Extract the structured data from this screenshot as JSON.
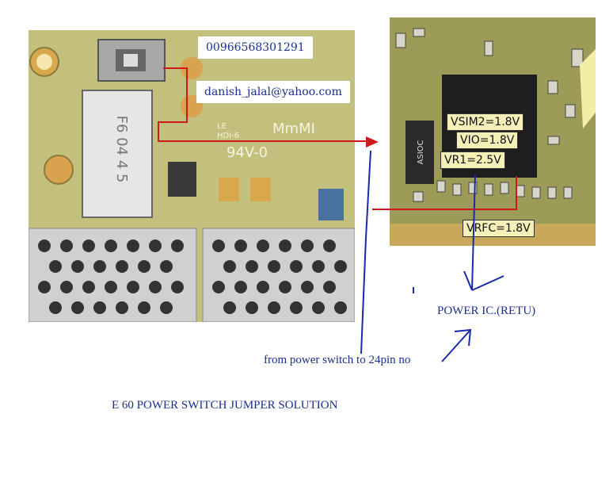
{
  "contact": {
    "phone": "00966568301291",
    "email": "danish_jalal@yahoo.com"
  },
  "board_left": {
    "silkscreen_1": "LE",
    "silkscreen_2": "HDI-6",
    "silkscreen_3": "MmMI",
    "silkscreen_4": "94V-0",
    "chip_marks": "F6 04 4 5"
  },
  "board_right": {
    "chip_label": "ASIOC"
  },
  "voltages": {
    "vsim2": "VSIM2=1.8V",
    "vio": "VIO=1.8V",
    "vr1": "VR1=2.5V",
    "vrfc": "VRFC=1.8V"
  },
  "annotations": {
    "power_ic": "POWER IC.(RETU)",
    "from_switch": "from power switch to 24pin no",
    "title": "E 60 POWER SWITCH JUMPER SOLUTION"
  },
  "colors": {
    "wire": "#cc1a1a",
    "pen": "#1a2aa8",
    "text": "#1a2f8f"
  }
}
